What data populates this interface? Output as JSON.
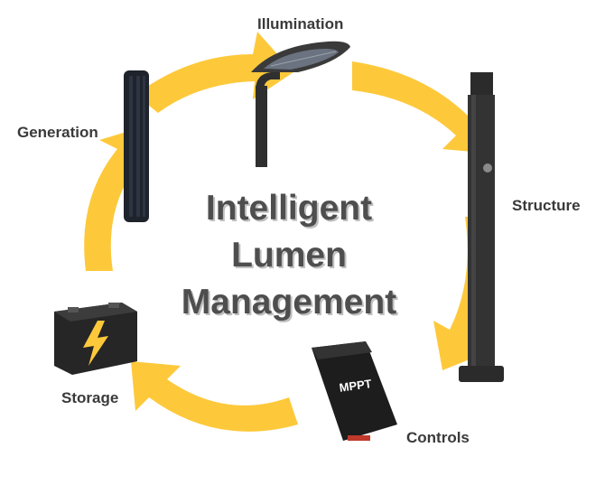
{
  "diagram": {
    "title_lines": [
      "Intelligent",
      "Lumen",
      "Management"
    ],
    "nodes": {
      "illumination": "Illumination",
      "generation": "Generation",
      "structure": "Structure",
      "storage": "Storage",
      "controls": "Controls"
    },
    "controller_badge": "MPPT",
    "colors": {
      "arrow": "#FDC93B",
      "text": "#3a3a3a",
      "title": "#4e4e4e",
      "device_dark": "#2b2b2b"
    },
    "icons": [
      "street-light-icon",
      "solar-panel-icon",
      "pole-icon",
      "battery-icon",
      "mppt-controller-icon"
    ]
  }
}
